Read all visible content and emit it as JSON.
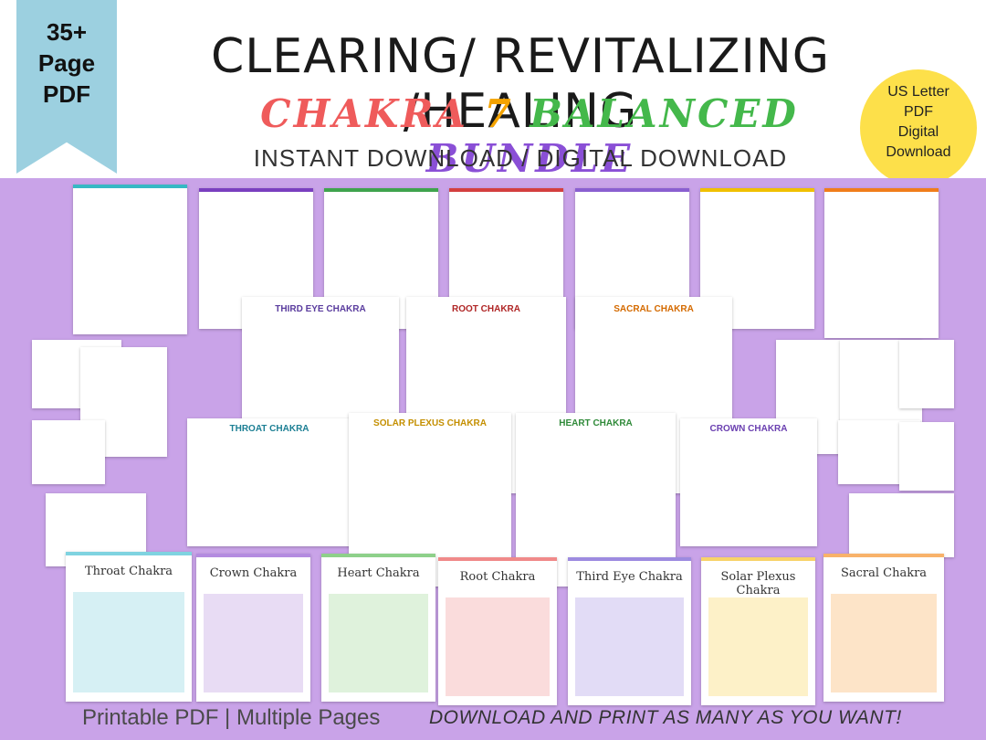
{
  "ribbon": {
    "line1": "35+",
    "line2": "Page",
    "line3": "PDF"
  },
  "header": {
    "title": "CLEARING/ REVITALIZING /HEALING",
    "subtitle_words": [
      {
        "text": "CHAKRA",
        "color": "#ef5b5b"
      },
      {
        "text": "7",
        "color": "#f4a300"
      },
      {
        "text": "BALANCED",
        "color": "#44b84b"
      },
      {
        "text": "BUNDLE",
        "color": "#8a4fd6"
      }
    ],
    "download": "INSTANT DOWNLOAD / DIGITAL DOWNLOAD"
  },
  "badge": {
    "line1": "US Letter",
    "line2": "PDF",
    "line3": "Digital",
    "line4": "Download"
  },
  "sheets": {
    "third_eye": "THIRD EYE CHAKRA",
    "root": "ROOT CHAKRA",
    "sacral": "SACRAL CHAKRA",
    "throat": "THROAT CHAKRA",
    "solar": "SOLAR PLEXUS CHAKRA",
    "heart": "HEART CHAKRA",
    "crown": "CROWN CHAKRA"
  },
  "symptom_sheets": [
    {
      "title": "Throat Chakra",
      "color": "#7fd3e0"
    },
    {
      "title": "Crown Chakra",
      "color": "#b48be0"
    },
    {
      "title": "Heart Chakra",
      "color": "#8ed08a"
    },
    {
      "title": "Root Chakra",
      "color": "#f08a8a"
    },
    {
      "title": "Third Eye Chakra",
      "color": "#9d8be0"
    },
    {
      "title": "Solar Plexus Chakra",
      "color": "#f8d36a"
    },
    {
      "title": "Sacral Chakra",
      "color": "#f8b26a"
    }
  ],
  "footer": {
    "left": "Printable PDF  |  Multiple Pages",
    "right": "DOWNLOAD AND PRINT AS MANY AS YOU WANT!"
  }
}
